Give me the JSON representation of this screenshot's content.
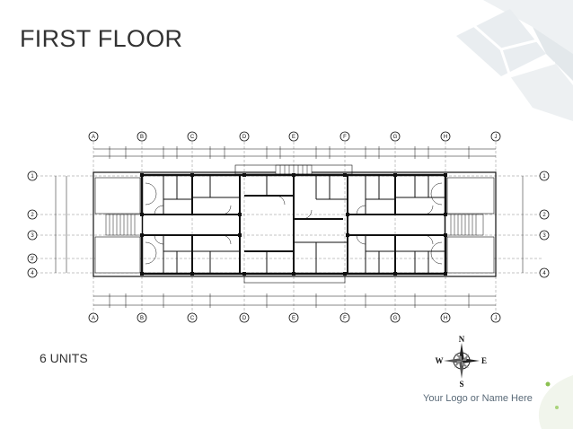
{
  "slide": {
    "title": "FIRST FLOOR",
    "units_label": "6 UNITS",
    "logo_text": "Your Logo or Name Here"
  },
  "plan": {
    "column_labels": [
      "A",
      "B",
      "C",
      "D",
      "E",
      "F",
      "G",
      "H",
      "J"
    ],
    "row_labels_left": [
      "1",
      "2",
      "3",
      "3'",
      "4"
    ],
    "row_labels_right": [
      "1",
      "2",
      "3",
      "4"
    ]
  },
  "compass": {
    "north": "N",
    "south": "S",
    "east": "E",
    "west": "W"
  },
  "colors": {
    "title": "#333333",
    "line": "#111111",
    "deco": "#e8ecef",
    "leaf": "#cfe3b0"
  }
}
